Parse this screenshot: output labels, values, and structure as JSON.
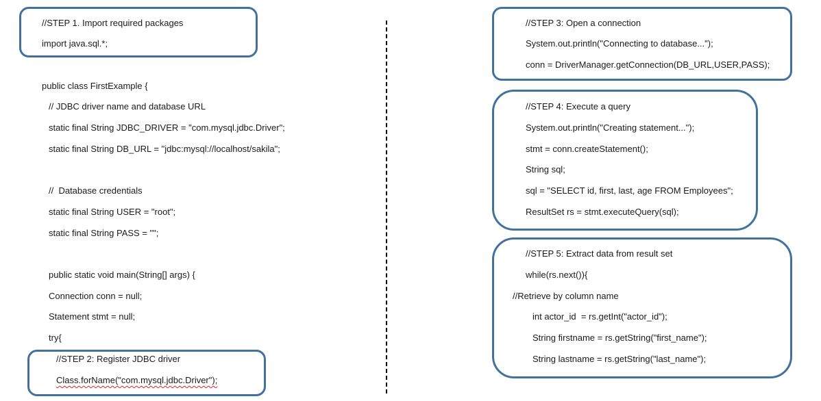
{
  "left_column": {
    "step1": {
      "comment": "//STEP 1. Import required packages",
      "import_line": "import java.sql.*;"
    },
    "class_decl": "public class FirstExample {",
    "jdbc_comment": "// JDBC driver name and database URL",
    "jdbc_driver_line": "static final String JDBC_DRIVER = \"com.mysql.jdbc.Driver\";",
    "db_url_line": "static final String DB_URL = \"jdbc:mysql://localhost/sakila\";",
    "cred_comment": "//  Database credentials",
    "user_line": "static final String USER = \"root\";",
    "pass_line": "static final String PASS = \"\";",
    "main_decl": "public static void main(String[] args) {",
    "conn_decl": "Connection conn = null;",
    "stmt_decl": "Statement stmt = null;",
    "try_line": "try{",
    "step2": {
      "comment": "//STEP 2: Register JDBC driver",
      "code": "Class.forName(\"com.mysql.jdbc.Driver\");"
    }
  },
  "right_column": {
    "step3": {
      "comment": "//STEP 3: Open a connection",
      "lines": [
        "System.out.println(\"Connecting to database...\");",
        "conn = DriverManager.getConnection(DB_URL,USER,PASS);"
      ]
    },
    "step4": {
      "comment": "//STEP 4: Execute a query",
      "lines": [
        "System.out.println(\"Creating statement...\");",
        "stmt = conn.createStatement();",
        "String sql;",
        "sql = \"SELECT id, first, last, age FROM Employees\";",
        "ResultSet rs = stmt.executeQuery(sql);"
      ]
    },
    "step5": {
      "comment": "//STEP 5: Extract data from result set",
      "while_line": "while(rs.next()){",
      "retrieve_comment": "//Retrieve by column name",
      "lines": [
        "int actor_id  = rs.getInt(\"actor_id\");",
        "String firstname = rs.getString(\"first_name\");",
        "String lastname = rs.getString(\"last_name\");"
      ]
    }
  },
  "colors": {
    "box_border": "#41719c",
    "spellcheck": "#e02020",
    "divider": "#000000"
  }
}
